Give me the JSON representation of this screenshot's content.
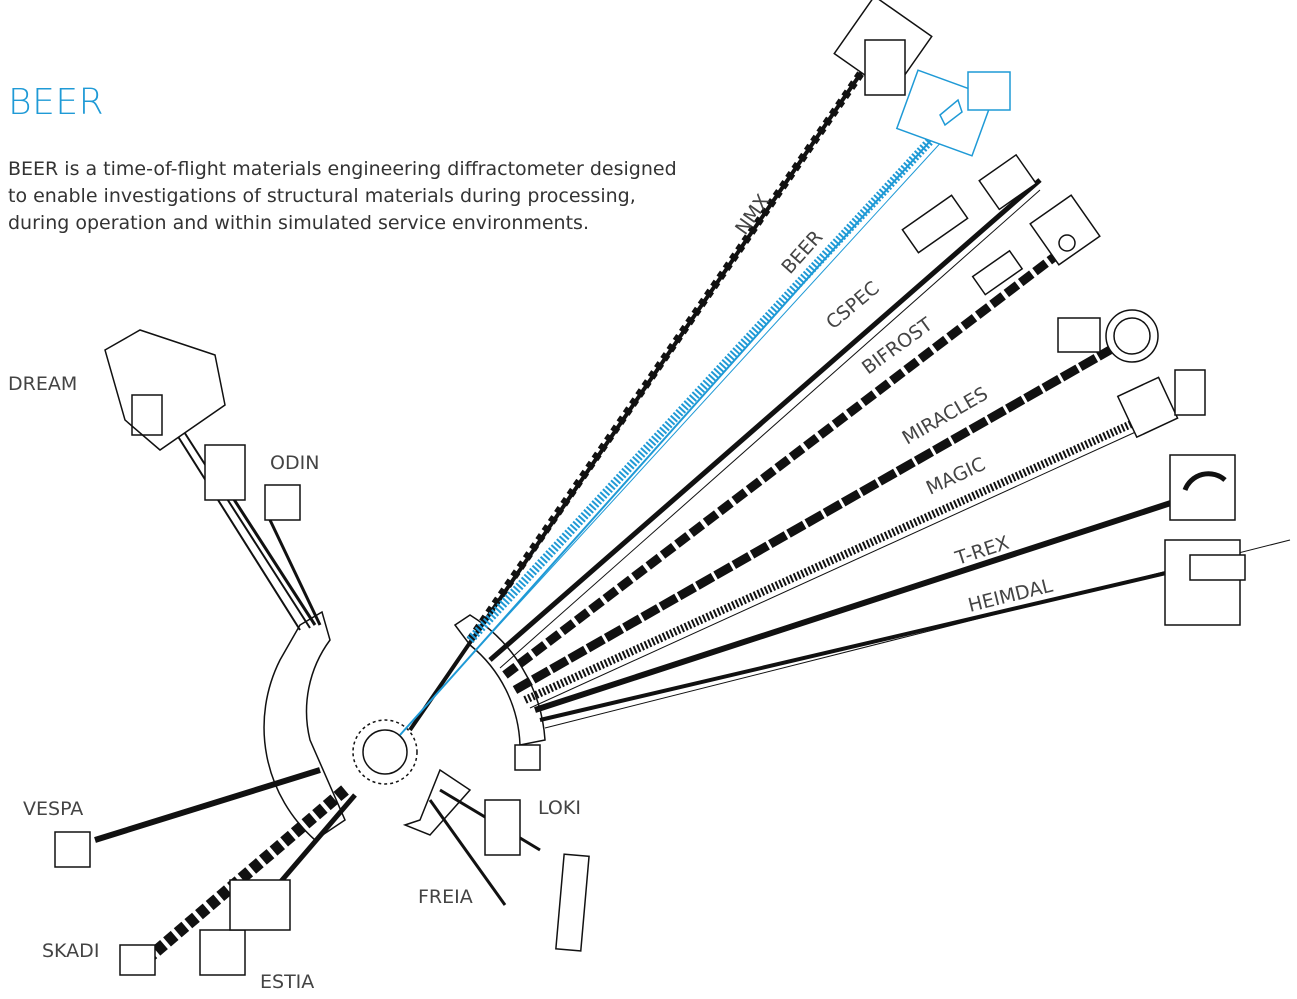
{
  "header": {
    "title": "BEER",
    "description": "BEER is a time-of-flight materials engineering diffractometer designed to enable investigations of structural materials during processing, during operation and within simulated service environments."
  },
  "colors": {
    "highlight": "#1f9ad6",
    "lines": "#111111",
    "labels": "#444444"
  },
  "selected_instrument": "BEER",
  "instruments": [
    {
      "id": "nmx",
      "label": "NMX"
    },
    {
      "id": "beer",
      "label": "BEER"
    },
    {
      "id": "cspec",
      "label": "CSPEC"
    },
    {
      "id": "bifrost",
      "label": "BIFROST"
    },
    {
      "id": "miracles",
      "label": "MIRACLES"
    },
    {
      "id": "magic",
      "label": "MAGIC"
    },
    {
      "id": "trex",
      "label": "T-REX"
    },
    {
      "id": "heimdal",
      "label": "HEIMDAL"
    },
    {
      "id": "dream",
      "label": "DREAM"
    },
    {
      "id": "odin",
      "label": "ODIN"
    },
    {
      "id": "vespa",
      "label": "VESPA"
    },
    {
      "id": "skadi",
      "label": "SKADI"
    },
    {
      "id": "estia",
      "label": "ESTIA"
    },
    {
      "id": "loki",
      "label": "LOKI"
    },
    {
      "id": "freia",
      "label": "FREIA"
    }
  ]
}
